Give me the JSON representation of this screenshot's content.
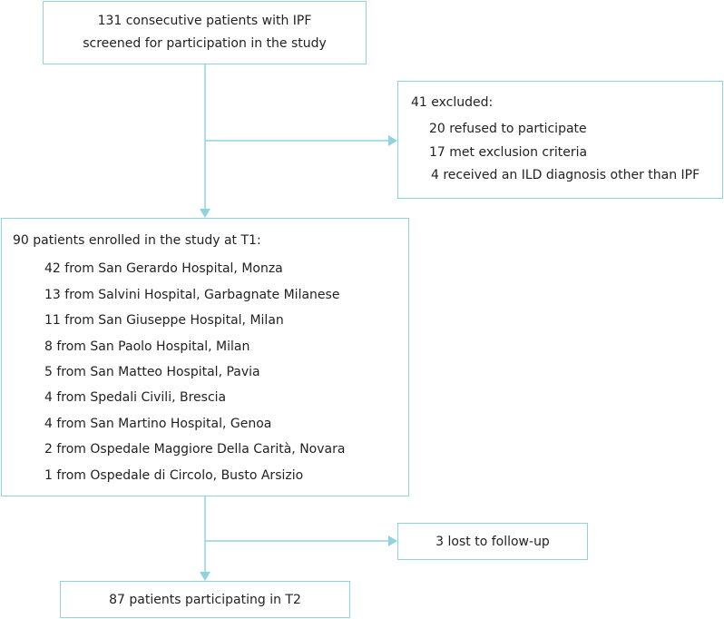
{
  "flow": {
    "screened": {
      "line1": "131 consecutive patients with IPF",
      "line2": "screened for participation in the study"
    },
    "excluded": {
      "title": "41 excluded:",
      "items": [
        "20 refused to participate",
        "17 met exclusion criteria",
        "4 received an ILD diagnosis other than IPF"
      ]
    },
    "enrolled": {
      "title": "90 patients enrolled in the study at T1:",
      "items": [
        "42 from San Gerardo Hospital, Monza",
        "13 from Salvini Hospital, Garbagnate Milanese",
        "11 from San Giuseppe Hospital, Milan",
        "8 from San Paolo Hospital, Milan",
        "5 from San Matteo Hospital, Pavia",
        "4 from Spedali Civili, Brescia",
        "4 from San Martino Hospital, Genoa",
        "2 from Ospedale Maggiore Della Carità, Novara",
        "1 from Ospedale di Circolo, Busto Arsizio"
      ]
    },
    "lost": {
      "label": "3 lost to follow-up"
    },
    "participating": {
      "label": "87 patients participating in T2"
    }
  },
  "colors": {
    "box_border": "#8fd3df",
    "arrow": "#8fd3df",
    "text": "#222222"
  }
}
